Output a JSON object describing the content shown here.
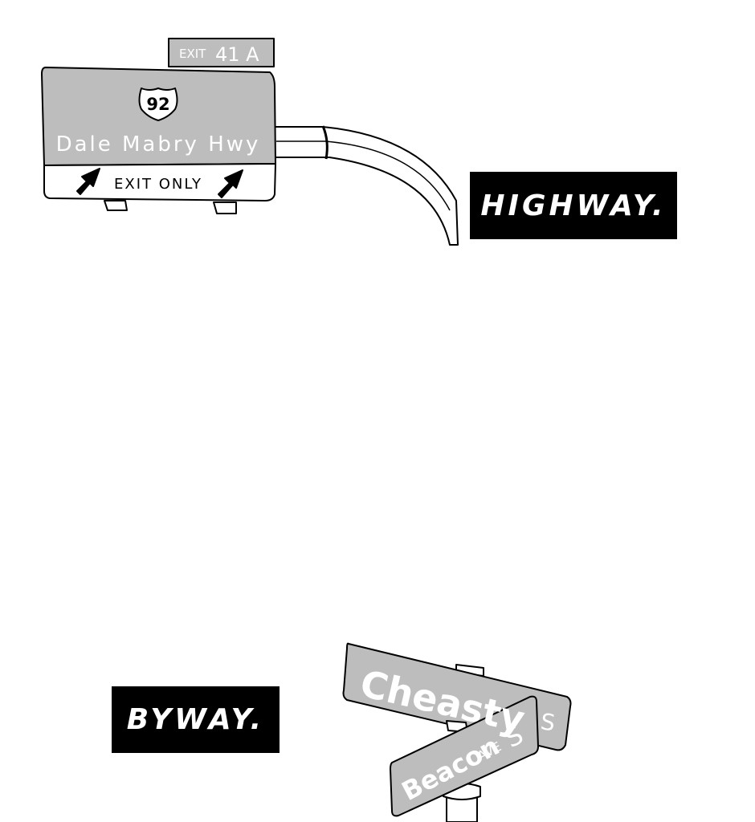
{
  "highway_panel": {
    "exit_tab": {
      "word": "EXIT",
      "number": "41 A"
    },
    "route_shield": "92",
    "road_name": "Dale Mabry Hwy",
    "exit_only": "EXIT ONLY",
    "caption": "HIGHWAY."
  },
  "byway_panel": {
    "sign_top": {
      "name": "Cheasty",
      "suffix": "S"
    },
    "sign_bottom": {
      "name": "Beacon",
      "type": "AVE",
      "dir": "S"
    },
    "caption": "BYWAY."
  },
  "colors": {
    "sign_gray": "#bdbdbd",
    "caption_bg": "#000000",
    "caption_text": "#ffffff"
  },
  "icons": [
    "exit-arrow-icon",
    "us-route-shield-icon"
  ]
}
